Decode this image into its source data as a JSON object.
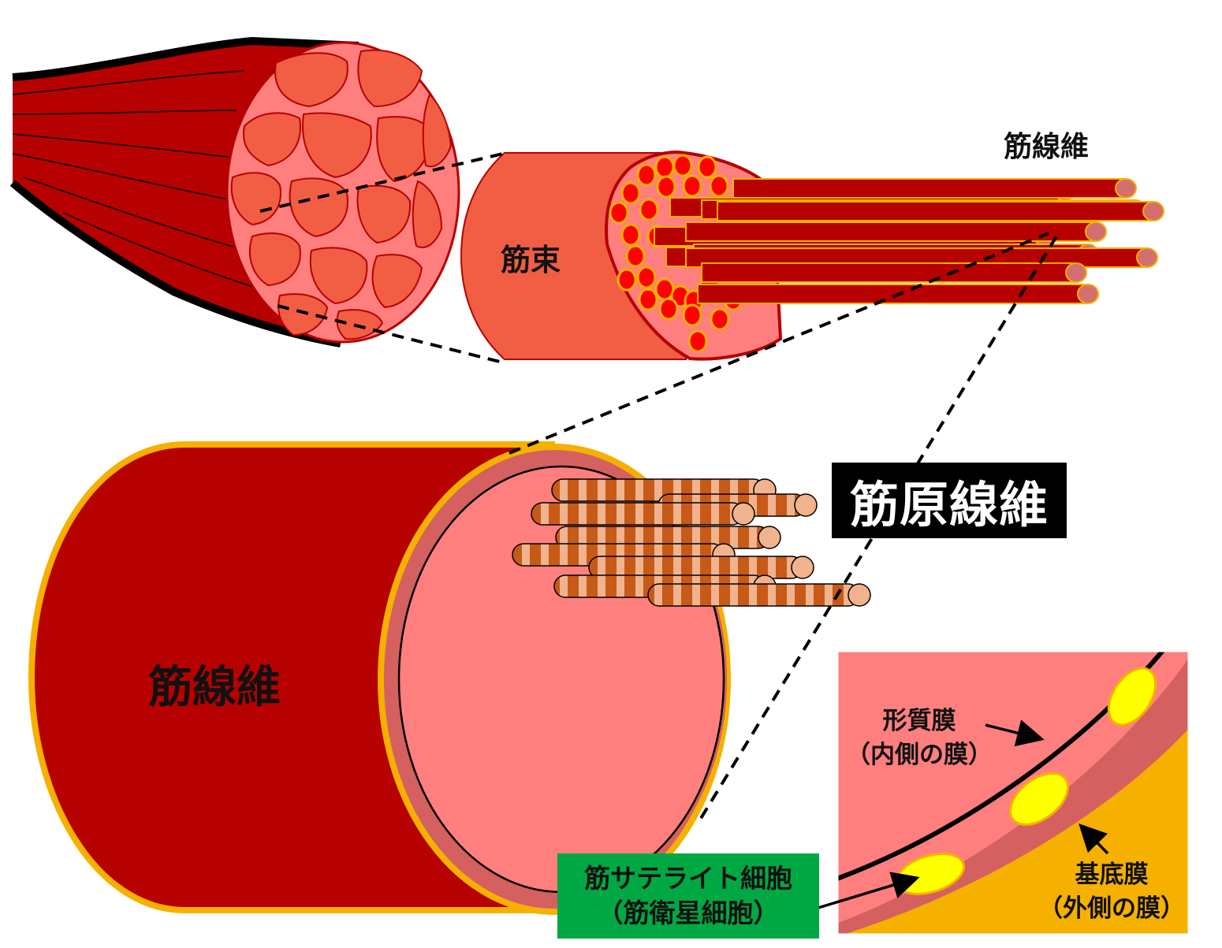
{
  "labels": {
    "fascicle": "筋束",
    "muscle_fiber_top": "筋線維",
    "myofibril": "筋原線維",
    "muscle_fiber_main": "筋線維",
    "sarcolemma_line1": "形質膜",
    "sarcolemma_line2": "（内側の膜）",
    "basement_line1": "基底膜",
    "basement_line2": "（外側の膜）",
    "satellite_line1": "筋サテライト細胞",
    "satellite_line2": "（筋衛星細胞）"
  },
  "colors": {
    "muscle_dark": "#b70000",
    "fascicle_orange": "#f15e44",
    "section_pink": "#ff7f7f",
    "membrane_rose": "#d46060",
    "fiber_end": "#d46f6f",
    "outline_gold": "#f6b000",
    "nucleus_red": "#ff0000",
    "myofibril_band_dark": "#c75a17",
    "myofibril_band_light": "#f0b38d",
    "satellite_yellow": "#ffff00",
    "label_green": "#00a843"
  }
}
